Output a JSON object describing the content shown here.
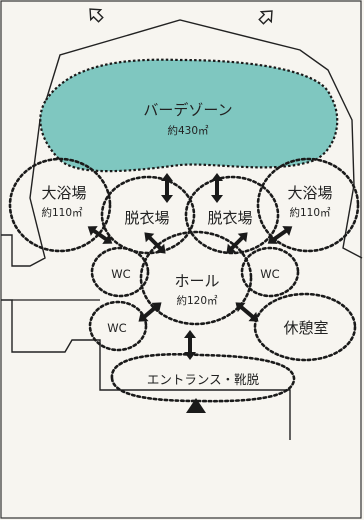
{
  "zones": {
    "bar": {
      "name": "バーデゾーン",
      "area": "約430㎡"
    },
    "bath_left": {
      "name": "大浴場",
      "area": "約110㎡"
    },
    "bath_right": {
      "name": "大浴場",
      "area": "約110㎡"
    },
    "dressing_left": {
      "name": "脱衣場"
    },
    "dressing_right": {
      "name": "脱衣場"
    },
    "wc_left": {
      "name": "WC"
    },
    "wc_right": {
      "name": "WC"
    },
    "wc_lower": {
      "name": "WC"
    },
    "hall": {
      "name": "ホール",
      "area": "約120㎡"
    },
    "lounge": {
      "name": "休憩室"
    },
    "entrance": {
      "name": "エントランス・靴脱"
    }
  },
  "colors": {
    "bar_fill": "#7fc7c0",
    "line": "#1a1a1a",
    "background": "#f7f5f0"
  },
  "icons": [
    "up-left-arrow-icon",
    "up-right-arrow-icon",
    "double-arrow-icon",
    "entrance-triangle-icon"
  ]
}
